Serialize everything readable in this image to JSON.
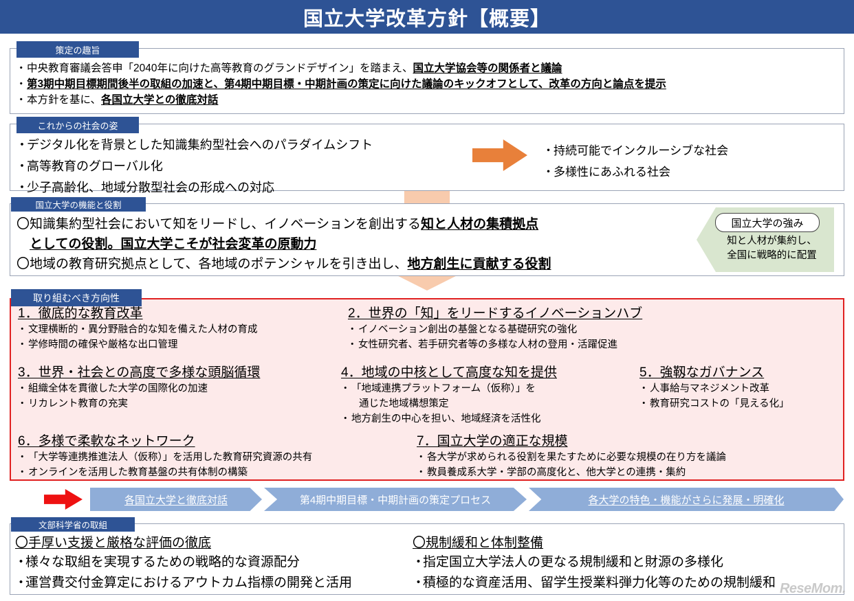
{
  "title": "国立大学改革方針【概要】",
  "colors": {
    "header_blue": "#2e5395",
    "tab_blue": "#2e5395",
    "orange": "#e8803a",
    "peach": "#f8cbad",
    "red": "#e02020",
    "pink_bg": "#fdeaea",
    "green": "#d9e6cf",
    "chevron_blue": "#8fadd8",
    "red_arrow": "#ee1111"
  },
  "sections": {
    "policy": {
      "tab": "策定の趣旨",
      "items": [
        {
          "pre": "中央教育審議会答申「2040年に向けた高等教育のグランドデザイン」を踏まえ、",
          "emph": "国立大学協会等の関係者と議論",
          "post": ""
        },
        {
          "pre": "",
          "emph": "第3期中期目標期間後半の取組の加速と、第4期中期目標・中期計画の策定に向けた議論のキックオフとして、改革の方向と論点を提示",
          "post": ""
        },
        {
          "pre": "本方針を基に、",
          "emph": "各国立大学との徹底対話",
          "post": ""
        }
      ]
    },
    "society": {
      "tab": "これからの社会の姿",
      "left": [
        "デジタル化を背景とした知識集約型社会へのパラダイムシフト",
        "高等教育のグローバル化",
        "少子高齢化、地域分散型社会の形成への対応"
      ],
      "right": [
        "持続可能でインクルーシブな社会",
        "多様性にあふれる社会"
      ],
      "arrow_icon": "right-arrow-icon"
    },
    "role": {
      "tab": "国立大学の機能と役割",
      "lines": [
        {
          "pre": "〇知識集約型社会において知をリードし、イノベーションを創出する",
          "emph": "知と人材の集積拠点"
        },
        {
          "pre": "　",
          "emph": "としての役割。国立大学こそが社会変革の原動力"
        },
        {
          "pre": "〇地域の教育研究拠点として、各地域のポテンシャルを引き出し、",
          "emph": "地方創生に貢献する役割"
        }
      ],
      "strength": {
        "label": "国立大学の強み",
        "text_line1": "知と人材が集約し、",
        "text_line2": "全国に戦略的に配置"
      }
    },
    "directions": {
      "tab": "取り組むべき方向性",
      "items": [
        {
          "heading": "1．徹底的な教育改革",
          "bullets": [
            "文理横断的・異分野融合的な知を備えた人材の育成",
            "学修時間の確保や厳格な出口管理"
          ]
        },
        {
          "heading": "2．世界の「知」をリードするイノベーションハブ",
          "bullets": [
            "イノベーション創出の基盤となる基礎研究の強化",
            "女性研究者、若手研究者等の多様な人材の登用・活躍促進"
          ]
        },
        {
          "heading": "3．世界・社会との高度で多様な頭脳循環",
          "bullets": [
            "組織全体を貫徹した大学の国際化の加速",
            "リカレント教育の充実"
          ]
        },
        {
          "heading": "4．地域の中核として高度な知を提供",
          "bullets": [
            "「地域連携プラットフォーム（仮称）」を",
            "通じた地域構想策定",
            "地方創生の中心を担い、地域経済を活性化"
          ]
        },
        {
          "heading": "5．強靱なガバナンス",
          "bullets": [
            "人事給与マネジメント改革",
            "教育研究コストの「見える化」"
          ]
        },
        {
          "heading": "6．多様で柔軟なネットワーク",
          "bullets": [
            "「大学等連携推進法人（仮称）」を活用した教育研究資源の共有",
            "オンラインを活用した教育基盤の共有体制の構築"
          ]
        },
        {
          "heading": "7．国立大学の適正な規模",
          "bullets": [
            "各大学が求められる役割を果たすために必要な規模の在り方を議論",
            "教員養成系大学・学部の高度化と、他大学との連携・集約"
          ]
        }
      ]
    },
    "process": {
      "arrow_icon": "red-right-arrow-icon",
      "steps": [
        {
          "label": "各国立大学と徹底対話",
          "underline": true
        },
        {
          "label": "第4期中期目標・中期計画の策定プロセス",
          "underline": false
        },
        {
          "label": "各大学の特色・機能がさらに発展・明確化",
          "underline": true
        }
      ]
    },
    "mext": {
      "tab": "文部科学省の取組",
      "columns": [
        {
          "heading": "〇手厚い支援と厳格な評価の徹底",
          "bullets": [
            "様々な取組を実現するための戦略的な資源配分",
            "運営費交付金算定におけるアウトカム指標の開発と活用"
          ]
        },
        {
          "heading": "〇規制緩和と体制整備",
          "bullets": [
            "指定国立大学法人の更なる規制緩和と財源の多様化",
            "積極的な資産活用、留学生授業料弾力化等のための規制緩和"
          ]
        }
      ]
    }
  },
  "watermark": "ReseMom."
}
